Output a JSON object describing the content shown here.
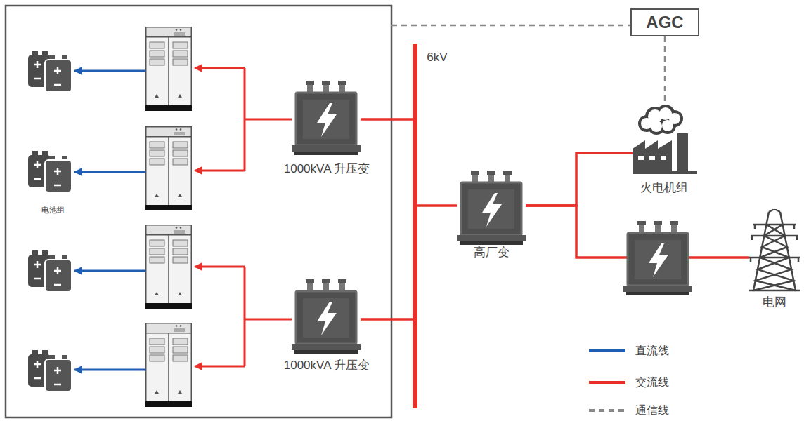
{
  "diagram": {
    "nodes": [
      {
        "text": [
          "AGC"
        ]
      },
      {
        "text": [
          "1000kVA 升压变"
        ]
      },
      {
        "text": [
          "1000kVA 升压变"
        ]
      },
      {
        "text": [
          "6kV"
        ]
      },
      {
        "text": [
          "高厂变"
        ]
      },
      {
        "text": [
          "火电机组"
        ]
      },
      {
        "text": [
          "电网"
        ]
      }
    ],
    "edges": [
      {
        "from": 1,
        "to": 3,
        "arrow": "none"
      },
      {
        "from": 2,
        "to": 3,
        "arrow": "none"
      },
      {
        "from": 3,
        "to": 4,
        "arrow": "none"
      },
      {
        "from": 4,
        "to": 5,
        "arrow": "none"
      },
      {
        "from": 4,
        "to": 6,
        "arrow": "none"
      },
      {
        "from": 0,
        "to": 5,
        "arrow": "none"
      }
    ],
    "labels": [
      "电池组"
    ],
    "legend": [
      {
        "text": "直流线"
      },
      {
        "text": "交流线"
      },
      {
        "text": "通信线"
      }
    ]
  }
}
